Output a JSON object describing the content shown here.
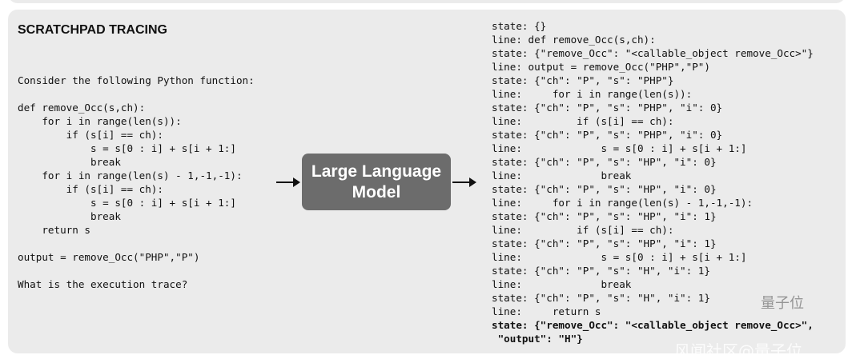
{
  "title": "SCRATCHPAD TRACING",
  "prompt_lines": [
    "Consider the following Python function:",
    "",
    "def remove_Occ(s,ch):",
    "    for i in range(len(s)):",
    "        if (s[i] == ch):",
    "            s = s[0 : i] + s[i + 1:]",
    "            break",
    "    for i in range(len(s) - 1,-1,-1):",
    "        if (s[i] == ch):",
    "            s = s[0 : i] + s[i + 1:]",
    "            break",
    "    return s",
    "",
    "output = remove_Occ(\"PHP\",\"P\")",
    "",
    "What is the execution trace?"
  ],
  "model_label_line1": "Large Language",
  "model_label_line2": "Model",
  "trace_lines": [
    "state: {}",
    "line: def remove_Occ(s,ch):",
    "state: {\"remove_Occ\": \"<callable_object remove_Occ>\"}",
    "line: output = remove_Occ(\"PHP\",\"P\")",
    "state: {\"ch\": \"P\", \"s\": \"PHP\"}",
    "line:     for i in range(len(s)):",
    "state: {\"ch\": \"P\", \"s\": \"PHP\", \"i\": 0}",
    "line:         if (s[i] == ch):",
    "state: {\"ch\": \"P\", \"s\": \"PHP\", \"i\": 0}",
    "line:             s = s[0 : i] + s[i + 1:]",
    "state: {\"ch\": \"P\", \"s\": \"HP\", \"i\": 0}",
    "line:             break",
    "state: {\"ch\": \"P\", \"s\": \"HP\", \"i\": 0}",
    "line:     for i in range(len(s) - 1,-1,-1):",
    "state: {\"ch\": \"P\", \"s\": \"HP\", \"i\": 1}",
    "line:         if (s[i] == ch):",
    "state: {\"ch\": \"P\", \"s\": \"HP\", \"i\": 1}",
    "line:             s = s[0 : i] + s[i + 1:]",
    "state: {\"ch\": \"P\", \"s\": \"H\", \"i\": 1}",
    "line:             break",
    "state: {\"ch\": \"P\", \"s\": \"H\", \"i\": 1}",
    "line:     return s"
  ],
  "final_state_lines": [
    "state: {\"remove_Occ\": \"<callable_object remove_Occ>\",",
    " \"output\": \"H\"}"
  ],
  "watermark": "风闻社区@量子位",
  "watermark_logo": "量子位"
}
